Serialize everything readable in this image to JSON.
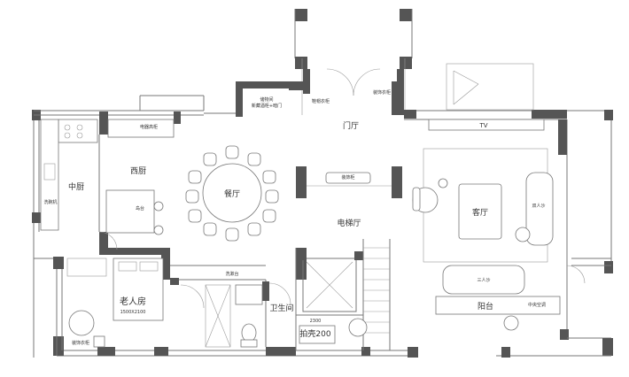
{
  "rooms": {
    "entrance": "门厅",
    "western_kitchen": "西厨",
    "chinese_kitchen": "中厨",
    "dining": "餐厅",
    "elevator_hall": "电梯厅",
    "living": "客厅",
    "elderly_room": "老人房",
    "bathroom": "卫生间",
    "balcony": "阳台"
  },
  "annotations": {
    "shoe_cabinet_left": "鞋帽衣柜",
    "shoe_cabinet_right": "装饰衣柜",
    "storage_room": "储物间",
    "storage_note": "新藏酒柜+暗门",
    "fridge_cabinet": "电器高柜",
    "island": "岛台",
    "wash_cabinet": "洗碗机",
    "decor_cabinet": "装饰柜",
    "washstand": "洗漱台",
    "double_sofa": "双人沙",
    "triple_sofa": "三人沙",
    "tv": "TV",
    "bed_size": "1500X2100",
    "wardrobe": "装饰衣柜",
    "balcony_note": "中央空调",
    "elevator_size": "2300",
    "elevator_label": "拍壳200"
  }
}
